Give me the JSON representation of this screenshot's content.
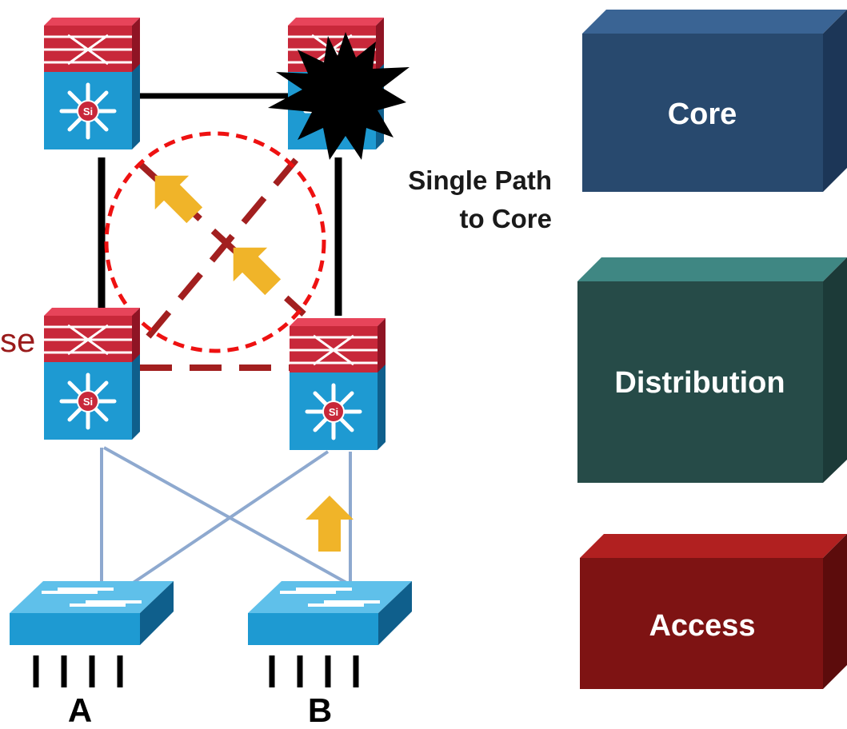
{
  "callout": {
    "line1": "Single Path",
    "line2": "to Core",
    "partial_left_text": "se",
    "partial_left_color": "#9a1b1b"
  },
  "layers": {
    "core": {
      "label": "Core",
      "front": "#28496e",
      "top": "#3a6494",
      "side": "#1c3657"
    },
    "distribution": {
      "label": "Distribution",
      "front": "#264b48",
      "top": "#3f8783",
      "side": "#1c3a38"
    },
    "access": {
      "label": "Access",
      "front": "#7e1313",
      "top": "#b12020",
      "side": "#5c0c0c"
    }
  },
  "access_switches": {
    "a_label": "A",
    "b_label": "B"
  },
  "switch_badge": "Si",
  "colors": {
    "switch_blue": "#1e9ad2",
    "switch_red": "#c8283a",
    "link_black": "#000000",
    "link_failed_dashed": "#a21f1f",
    "link_access": "#8ea9cf",
    "arrow_yellow": "#f0b429",
    "failure_circle": "#ee1111"
  },
  "icons": {
    "multilayer_switch": "multilayer-switch-icon",
    "access_switch": "workgroup-switch-icon",
    "failure": "explosion-icon",
    "traffic": "arrow-icon"
  }
}
